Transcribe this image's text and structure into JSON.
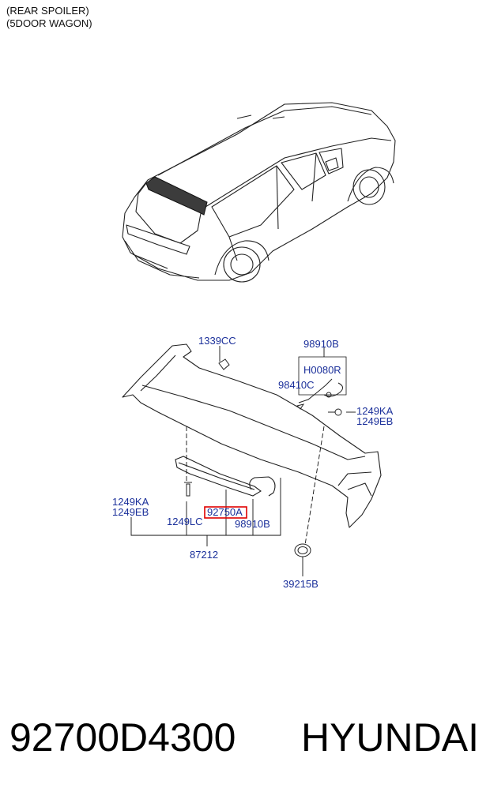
{
  "header": {
    "line1": "(REAR SPOILER)",
    "line2": "(5DOOR WAGON)"
  },
  "callouts": {
    "c1339CC": "1339CC",
    "c98910B_top": "98910B",
    "cH0080R": "H0080R",
    "c98410C": "98410C",
    "c1249KA_right": "1249KA",
    "c1249EB_right": "1249EB",
    "c1249KA_left": "1249KA",
    "c1249EB_left": "1249EB",
    "c1249LC": "1249LC",
    "c92750A": "92750A",
    "c98910B_bottom": "98910B",
    "c87212": "87212",
    "c39215B": "39215B"
  },
  "highlight": {
    "color": "#e00000",
    "part": "92750A"
  },
  "label_color": "#1a2f9a",
  "footer": {
    "part_number": "92700D4300",
    "brand": "HYUNDAI"
  }
}
